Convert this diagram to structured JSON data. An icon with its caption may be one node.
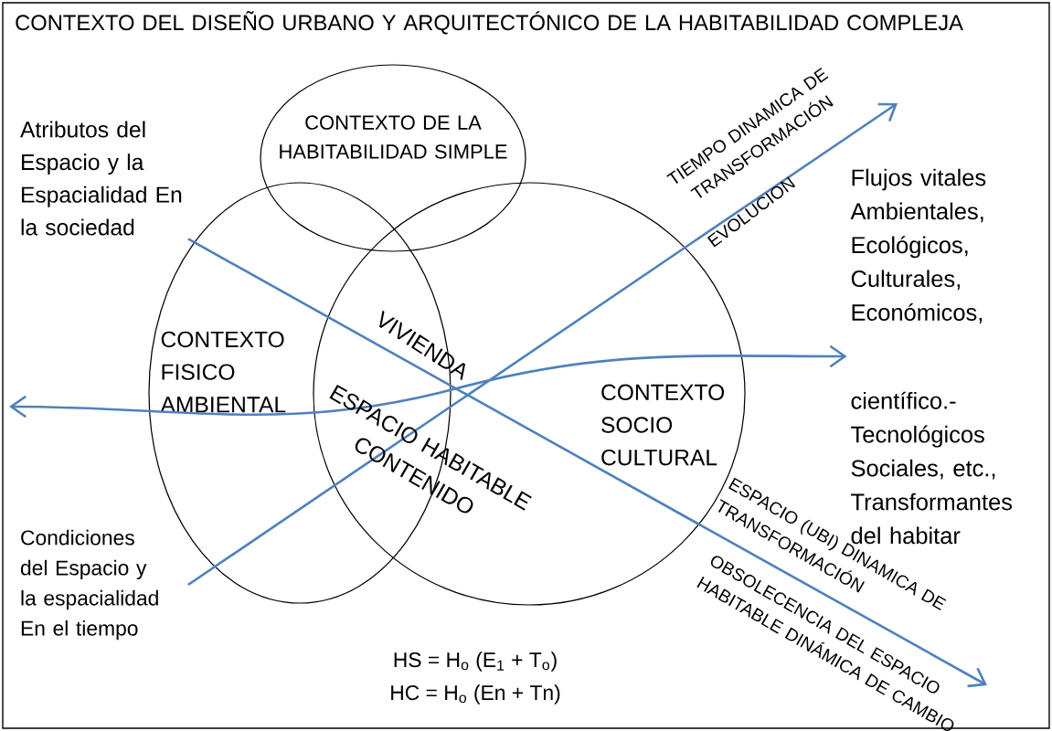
{
  "diagram": {
    "nodes": [
      {
        "text": [
          "CONTEXTO DE LA HABITABILIDAD SIMPLE"
        ]
      },
      {
        "text": [
          "CONTEXTO FISICO AMBIENTAL"
        ]
      },
      {
        "text": [
          "CONTEXTO SOCIO CULTURAL"
        ]
      },
      {
        "text": [
          "Atributos del Espacio y la Espacialidad En la sociedad"
        ]
      },
      {
        "text": [
          "Condiciones del Espacio y la espacialidad En el tiempo"
        ]
      },
      {
        "text": [
          "Flujos vitales Ambientales, Ecológicos, Culturales, Económicos,",
          "científico.- Tecnológicos Sociales, etc., Transformantes del habitar"
        ]
      }
    ],
    "edges": [
      {
        "from": 3,
        "to": null,
        "arrow": "to"
      },
      {
        "from": 4,
        "to": null,
        "arrow": "to"
      },
      {
        "from": null,
        "to": 5,
        "arrow": "both"
      }
    ],
    "labels": [
      "CONTEXTO DEL DISEÑO URBANO Y ARQUITECTÓNICO DE LA HABITABILIDAD COMPLEJA",
      "VIVIENDA",
      "ESPACIO HABITABLE CONTENIDO",
      "TIEMPO DINAMICA DE TRANSFORMACIÓN",
      "EVOLUCION",
      "ESPACIO (UBI) DINAMICA DE TRANSFORMACIÓN",
      "OBSOLECENCIA DEL ESPACIO HABITABLE DINÁMICA DE CAMBIO",
      "HS = H$_{o}$ (E$_{1}$ + T$_{o}$)",
      "HC = H$_{o}$ (En + Tn)"
    ]
  }
}
